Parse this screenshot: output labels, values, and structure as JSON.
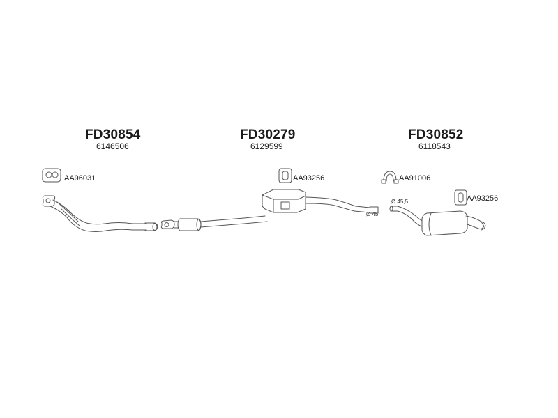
{
  "sections": [
    {
      "code": "FD30854",
      "oem": "6146506"
    },
    {
      "code": "FD30279",
      "oem": "6129599"
    },
    {
      "code": "FD30852",
      "oem": "6118543"
    }
  ],
  "parts": {
    "gasket": "AA96031",
    "hanger_mid": "AA93256",
    "clamp": "AA91006",
    "hanger_rear": "AA93256"
  },
  "dimensions": {
    "mid_pipe_end": "Ø 45",
    "rear_inlet": "Ø 45,5"
  },
  "colors": {
    "stroke": "#555555",
    "fill": "#ffffff",
    "text": "#1a1a1a"
  }
}
